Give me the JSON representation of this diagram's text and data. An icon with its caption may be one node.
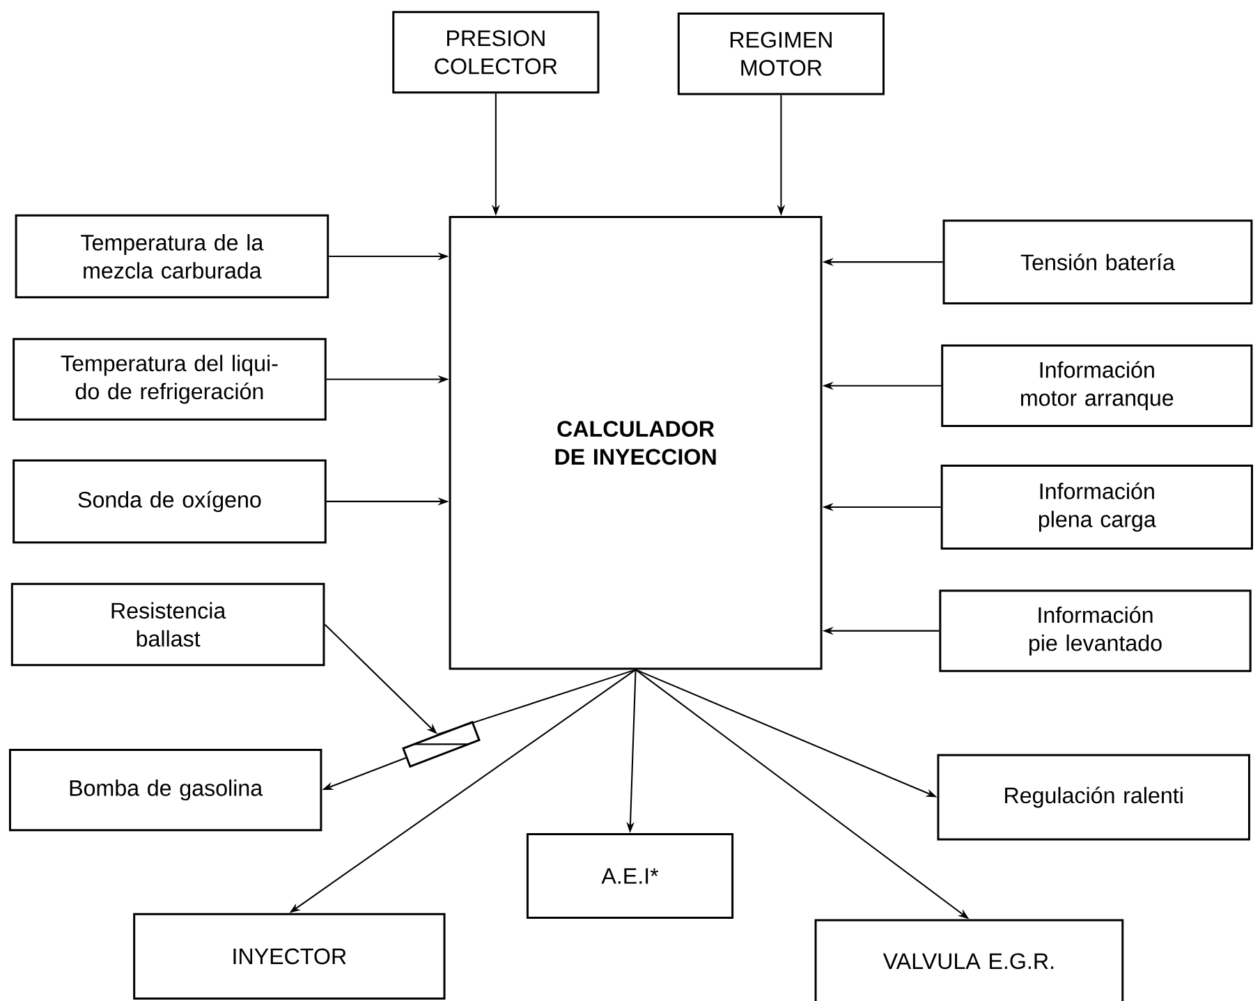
{
  "diagram": {
    "nodes": [
      {
        "text": [
          "PRESION COLECTOR"
        ]
      },
      {
        "text": [
          "REGIMEN MOTOR"
        ]
      },
      {
        "text": [
          "Temperatura de la mezcla carburada"
        ]
      },
      {
        "text": [
          "CALCULADOR DE INYECCION"
        ]
      },
      {
        "text": [
          "Tensión batería"
        ]
      },
      {
        "text": [
          "Temperatura del liqui- do de refrigeración"
        ]
      },
      {
        "text": [
          "Información motor arranque"
        ]
      },
      {
        "text": [
          "Sonda de oxígeno"
        ]
      },
      {
        "text": [
          "Información plena carga"
        ]
      },
      {
        "text": [
          "Resistencia ballast"
        ]
      },
      {
        "text": [
          "Información pie levantado"
        ]
      },
      {
        "text": [
          "Bomba de gasolina"
        ]
      },
      {
        "text": [
          "Regulación ralenti"
        ]
      },
      {
        "text": [
          "A.E.I*"
        ]
      },
      {
        "text": [
          "INYECTOR"
        ]
      },
      {
        "text": [
          "VALVULA E.G.R."
        ]
      },
      {
        "text": [],
        "shape": "box"
      }
    ],
    "edges": [
      {
        "from": 0,
        "to": 3,
        "arrow": "to"
      },
      {
        "from": 1,
        "to": 3,
        "arrow": "to"
      },
      {
        "from": 2,
        "to": 3,
        "arrow": "to"
      },
      {
        "from": 4,
        "to": 3,
        "arrow": "to"
      },
      {
        "from": 5,
        "to": 3,
        "arrow": "to"
      },
      {
        "from": 6,
        "to": 3,
        "arrow": "to"
      },
      {
        "from": 7,
        "to": 3,
        "arrow": "to"
      },
      {
        "from": 8,
        "to": 3,
        "arrow": "to"
      },
      {
        "from": 10,
        "to": 3,
        "arrow": "to"
      },
      {
        "from": 9,
        "to": 16,
        "arrow": "to"
      },
      {
        "from": 3,
        "to": 16,
        "arrow": "none"
      },
      {
        "from": 16,
        "to": 11,
        "arrow": "to"
      },
      {
        "from": 3,
        "to": 12,
        "arrow": "to"
      },
      {
        "from": 3,
        "to": 13,
        "arrow": "to"
      },
      {
        "from": 3,
        "to": 14,
        "arrow": "to"
      },
      {
        "from": 3,
        "to": 15,
        "arrow": "to"
      }
    ]
  }
}
